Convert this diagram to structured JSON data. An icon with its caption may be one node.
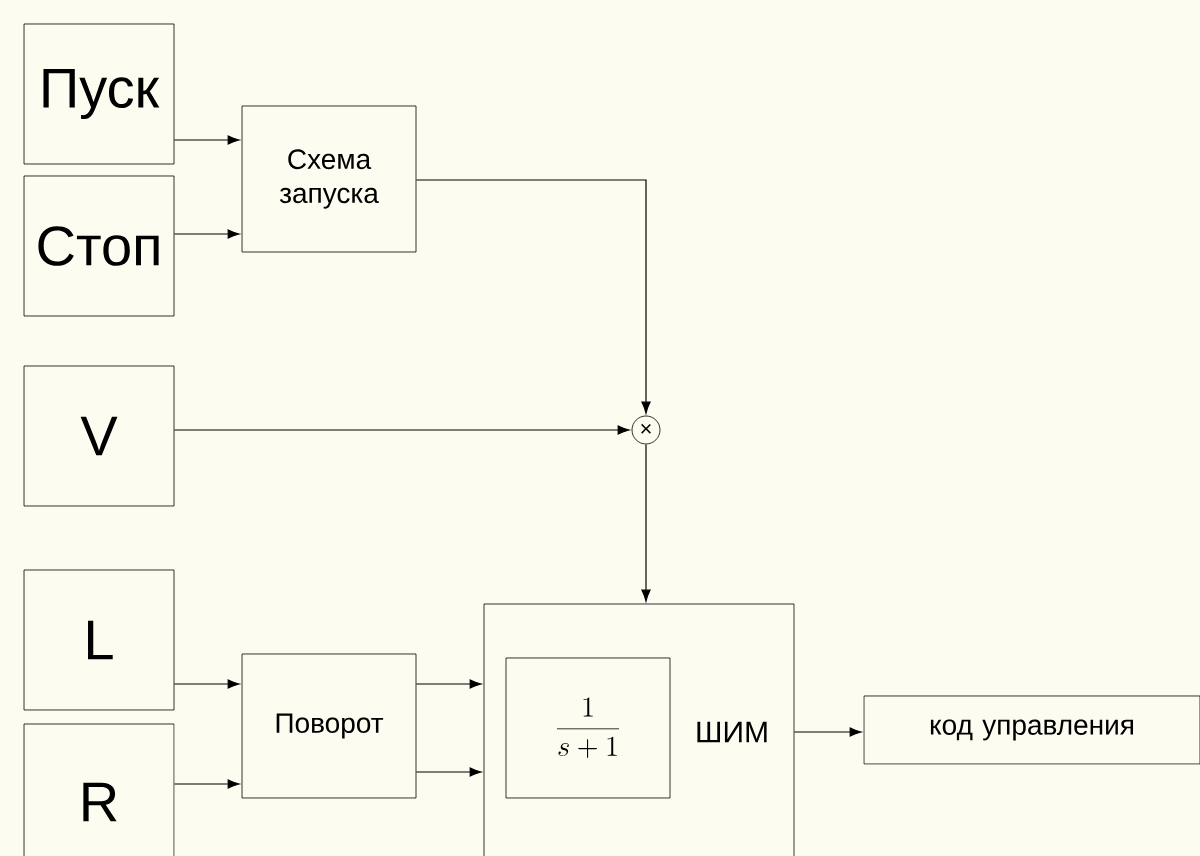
{
  "diagram": {
    "nodes": [
      {
        "text": [
          "Пуск"
        ]
      },
      {
        "text": [
          "Стоп"
        ]
      },
      {
        "text": [
          "V"
        ]
      },
      {
        "text": [
          "L"
        ]
      },
      {
        "text": [
          "R"
        ]
      },
      {
        "text": [
          "Схема запуска"
        ]
      },
      {
        "text": [
          "×"
        ]
      },
      {
        "text": [
          "Поворот"
        ]
      },
      {
        "text": [
          "ШИМ"
        ]
      },
      {
        "text": [
          "\\frac{1}{s+1}"
        ],
        "in": 8
      },
      {
        "text": [
          "код управления"
        ]
      }
    ],
    "edges": [
      {
        "from": 0,
        "to": 5,
        "arrow": "to"
      },
      {
        "from": 1,
        "to": 5,
        "arrow": "to"
      },
      {
        "from": 5,
        "to": 6,
        "arrow": "to"
      },
      {
        "from": 2,
        "to": 6,
        "arrow": "to"
      },
      {
        "from": 6,
        "to": 8,
        "arrow": "to"
      },
      {
        "from": 3,
        "to": 7,
        "arrow": "to"
      },
      {
        "from": 4,
        "to": 7,
        "arrow": "to"
      },
      {
        "from": 7,
        "to": 8,
        "arrow": "to"
      },
      {
        "from": 7,
        "to": 8,
        "arrow": "to"
      },
      {
        "from": 8,
        "to": 10,
        "arrow": "to"
      }
    ]
  }
}
